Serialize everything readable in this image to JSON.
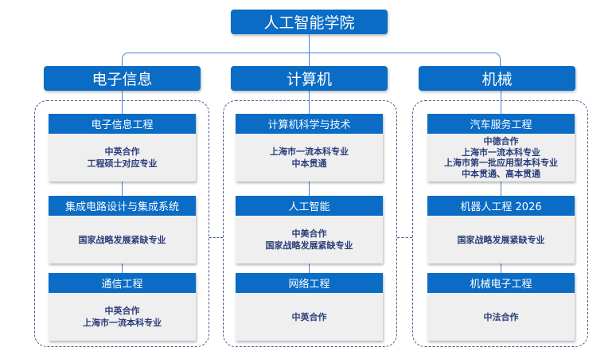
{
  "root": "人工智能学院",
  "departments": [
    {
      "name": "电子信息",
      "majors": [
        {
          "title": "电子信息工程",
          "notes": [
            "中英合作",
            "工程硕士对应专业"
          ]
        },
        {
          "title": "集成电路设计与集成系统",
          "notes": [
            "国家战略发展紧缺专业"
          ]
        },
        {
          "title": "通信工程",
          "notes": [
            "中英合作",
            "上海市一流本科专业"
          ]
        }
      ]
    },
    {
      "name": "计算机",
      "majors": [
        {
          "title": "计算机科学与技术",
          "notes": [
            "上海市一流本科专业",
            "中本贯通"
          ]
        },
        {
          "title": "人工智能",
          "notes": [
            "中美合作",
            "国家战略发展紧缺专业"
          ]
        },
        {
          "title": "网络工程",
          "notes": [
            "中英合作"
          ]
        }
      ]
    },
    {
      "name": "机械",
      "majors": [
        {
          "title": "汽车服务工程",
          "notes": [
            "中德合作",
            "上海市一流本科专业",
            "上海市第一批应用型本科专业",
            "中本贯通、高本贯通"
          ]
        },
        {
          "title": "机器人工程  2026",
          "notes": [
            "国家战略发展紧缺专业"
          ]
        },
        {
          "title": "机械电子工程",
          "notes": [
            "中法合作"
          ]
        }
      ]
    }
  ]
}
